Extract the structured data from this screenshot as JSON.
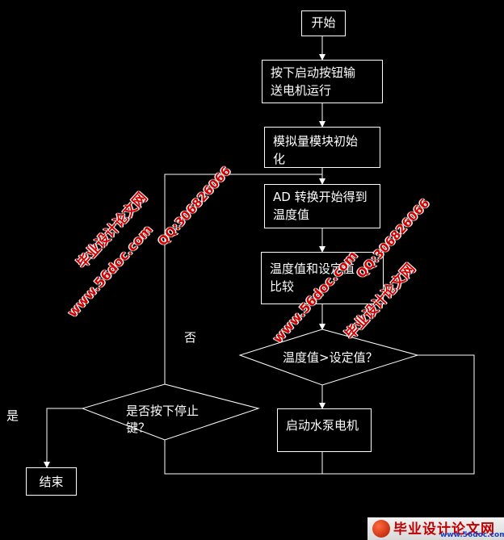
{
  "nodes": {
    "start": "开始",
    "press_start_line1": "按下启动按钮输",
    "press_start_line2": "送电机运行",
    "analog_init_line1": "模拟量模块初始",
    "analog_init_line2": "化",
    "ad_convert_line1": "AD 转换开始得到",
    "ad_convert_line2": "温度值",
    "compare_line1": "温度值和设定值",
    "compare_line2": "比较",
    "decision_temp": "温度值>设定值？",
    "start_pump": "启动水泵电机",
    "decision_stop_line1": "是否按下停止",
    "decision_stop_line2": "键？",
    "end": "结束"
  },
  "edge_labels": {
    "no": "否",
    "yes": "是"
  },
  "watermarks": {
    "site_name": "毕业设计论文网",
    "site_url": "www.56doc.com",
    "qq": "QQ:306826066",
    "footer_title": "毕业设计论文网",
    "footer_url": "www.56doc.com"
  },
  "colors": {
    "background": "#000000",
    "stroke": "#ffffff",
    "watermark": "#d40000"
  }
}
